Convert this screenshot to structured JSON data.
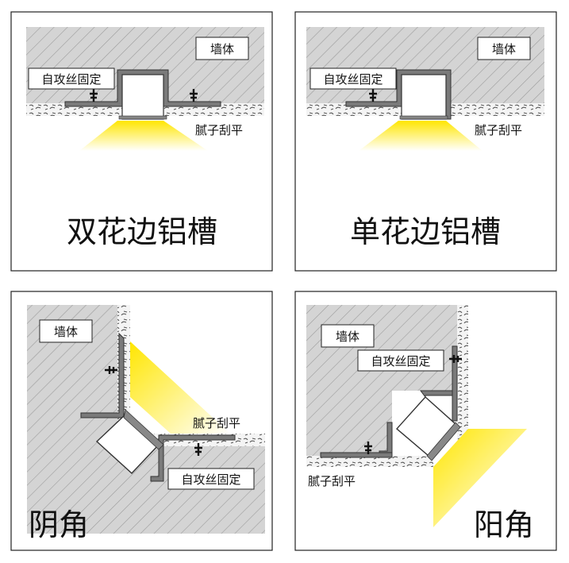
{
  "panels": [
    {
      "title": "双花边铝槽",
      "wall": "墙体",
      "screw": "自攻丝固定",
      "putty": "腻子刮平"
    },
    {
      "title": "单花边铝槽",
      "wall": "墙体",
      "screw": "自攻丝固定",
      "putty": "腻子刮平"
    },
    {
      "title": "阴角",
      "wall": "墙体",
      "screw": "自攻丝固定",
      "putty": "腻子刮平"
    },
    {
      "title": "阳角",
      "wall": "墙体",
      "screw": "自攻丝固定",
      "putty": "腻子刮平"
    }
  ],
  "colors": {
    "wall": "#d2d2d2",
    "hatch": "#9a9a9a",
    "profile": "#7a7a7a",
    "light": "#ffe100",
    "putty": "#f2f2f2"
  }
}
